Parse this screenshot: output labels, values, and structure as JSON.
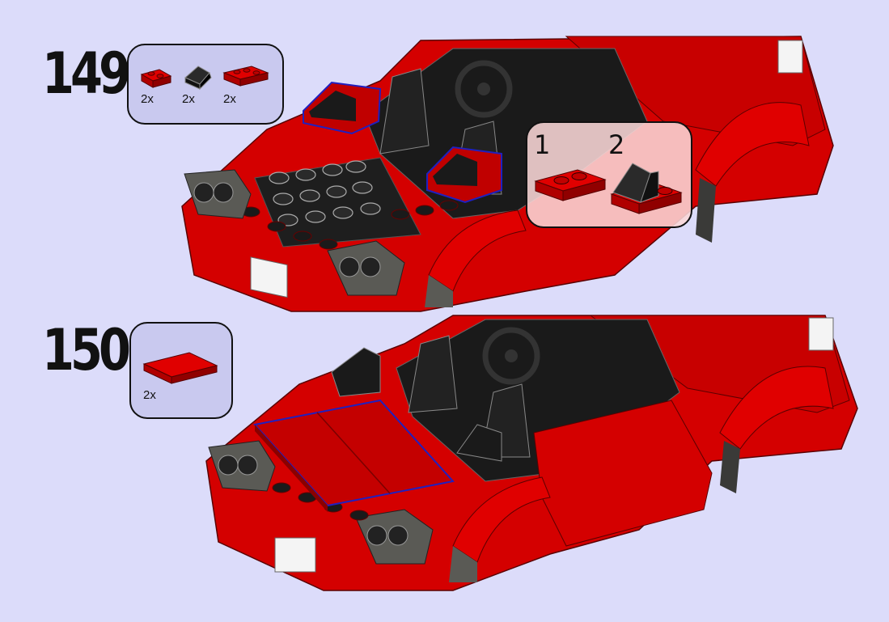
{
  "steps": [
    {
      "number": "149",
      "parts": [
        {
          "name": "red-plate-1x2",
          "quantity": "2x"
        },
        {
          "name": "black-slope-1x1",
          "quantity": "2x"
        },
        {
          "name": "red-plate-1x3",
          "quantity": "2x"
        }
      ],
      "callout": {
        "sub_steps": [
          "1",
          "2"
        ]
      }
    },
    {
      "number": "150",
      "parts": [
        {
          "name": "red-tile-2x3",
          "quantity": "2x"
        }
      ]
    }
  ],
  "colors": {
    "background": "#dcdcfa",
    "brick_red": "#d80000",
    "brick_black": "#1a1a1a",
    "brick_gray": "#5a5a55",
    "highlight": "#2020c0"
  }
}
